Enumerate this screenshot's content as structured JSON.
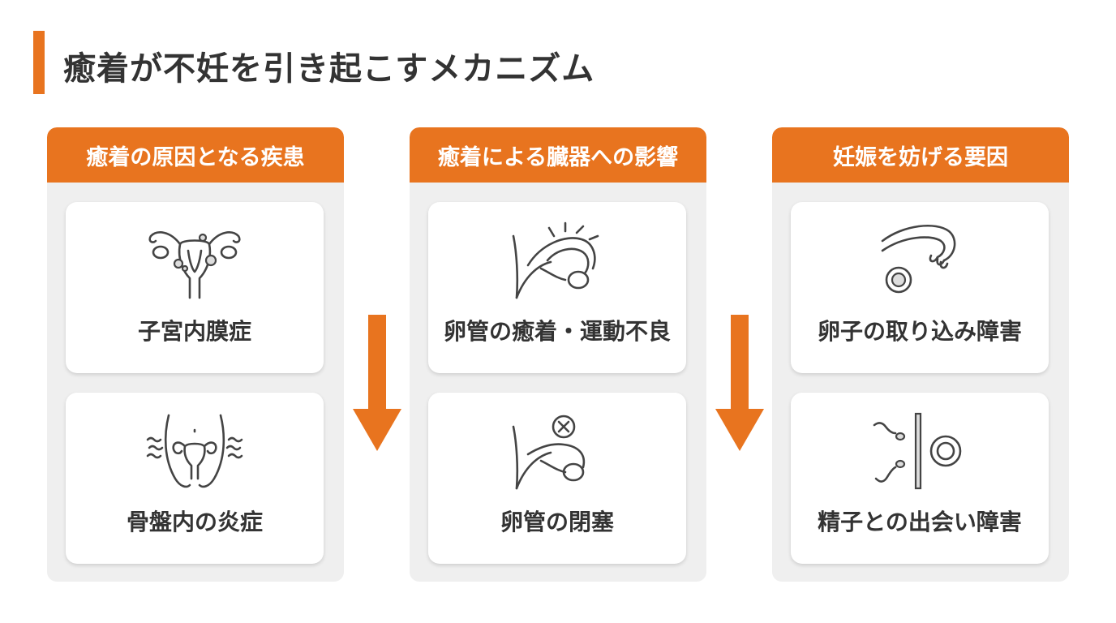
{
  "title": "癒着が不妊を引き起こすメカニズム",
  "colors": {
    "accent": "#e8741f",
    "panel": "#efefef",
    "card": "#ffffff",
    "text": "#333333"
  },
  "columns": [
    {
      "header": "癒着の原因となる疾患",
      "cards": [
        {
          "label": "子宮内膜症",
          "icon": "uterus-endometriosis-icon"
        },
        {
          "label": "骨盤内の炎症",
          "icon": "pelvic-inflammation-icon"
        }
      ]
    },
    {
      "header": "癒着による臓器への影響",
      "cards": [
        {
          "label": "卵管の癒着・運動不良",
          "icon": "fallopian-adhesion-icon"
        },
        {
          "label": "卵管の閉塞",
          "icon": "fallopian-blockage-icon"
        }
      ]
    },
    {
      "header": "妊娠を妨げる要因",
      "cards": [
        {
          "label": "卵子の取り込み障害",
          "icon": "egg-pickup-icon"
        },
        {
          "label": "精子との出会い障害",
          "icon": "sperm-barrier-icon"
        }
      ]
    }
  ],
  "arrows": [
    {
      "direction": "down",
      "icon": "arrow-down-icon"
    },
    {
      "direction": "down",
      "icon": "arrow-down-icon"
    }
  ]
}
